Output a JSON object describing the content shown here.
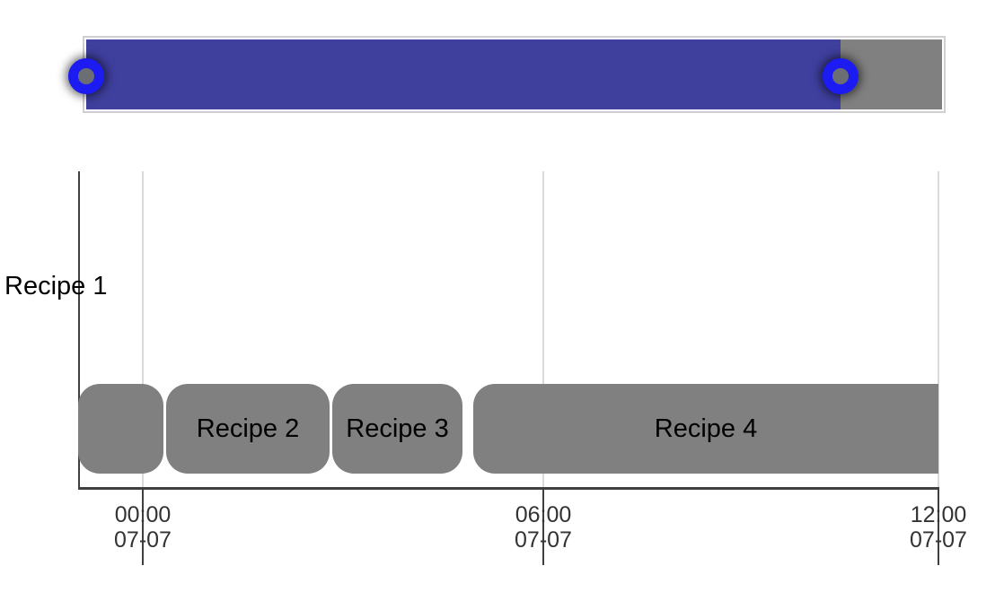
{
  "rangeslider": {
    "selected_color": "#3F3F9E",
    "unselected_color": "#808080",
    "handle_ring_color": "#1B1BF2",
    "handle_center_color": "#6B6F74",
    "selected_fraction": {
      "start": 0.0,
      "end": 0.88
    }
  },
  "chart_data": {
    "type": "gantt",
    "title": "",
    "y_categories": [
      "Recipe 1"
    ],
    "ylabel": "",
    "xlabel": "",
    "grid": true,
    "legend": false,
    "bar_color": "#808080",
    "x_ticks": [
      {
        "time": "00:00",
        "date": "07-07"
      },
      {
        "time": "06:00",
        "date": "07-07"
      },
      {
        "time": "12:00",
        "date": "07-07"
      }
    ],
    "x_range_estimate": {
      "start": "07-06 23:00",
      "end": "07-07 12:05"
    },
    "bars": [
      {
        "label": "",
        "row": "Recipe 1",
        "start_estimate": "07-06 23:00",
        "end_estimate": "07-07 00:20"
      },
      {
        "label": "Recipe 2",
        "row": "Recipe 1",
        "start_estimate": "07-07 00:20",
        "end_estimate": "07-07 02:50"
      },
      {
        "label": "Recipe 3",
        "row": "Recipe 1",
        "start_estimate": "07-07 02:50",
        "end_estimate": "07-07 04:45"
      },
      {
        "label": "Recipe 4",
        "row": "Recipe 1",
        "start_estimate": "07-07 05:00",
        "end_estimate": "07-07 11:55"
      }
    ]
  }
}
